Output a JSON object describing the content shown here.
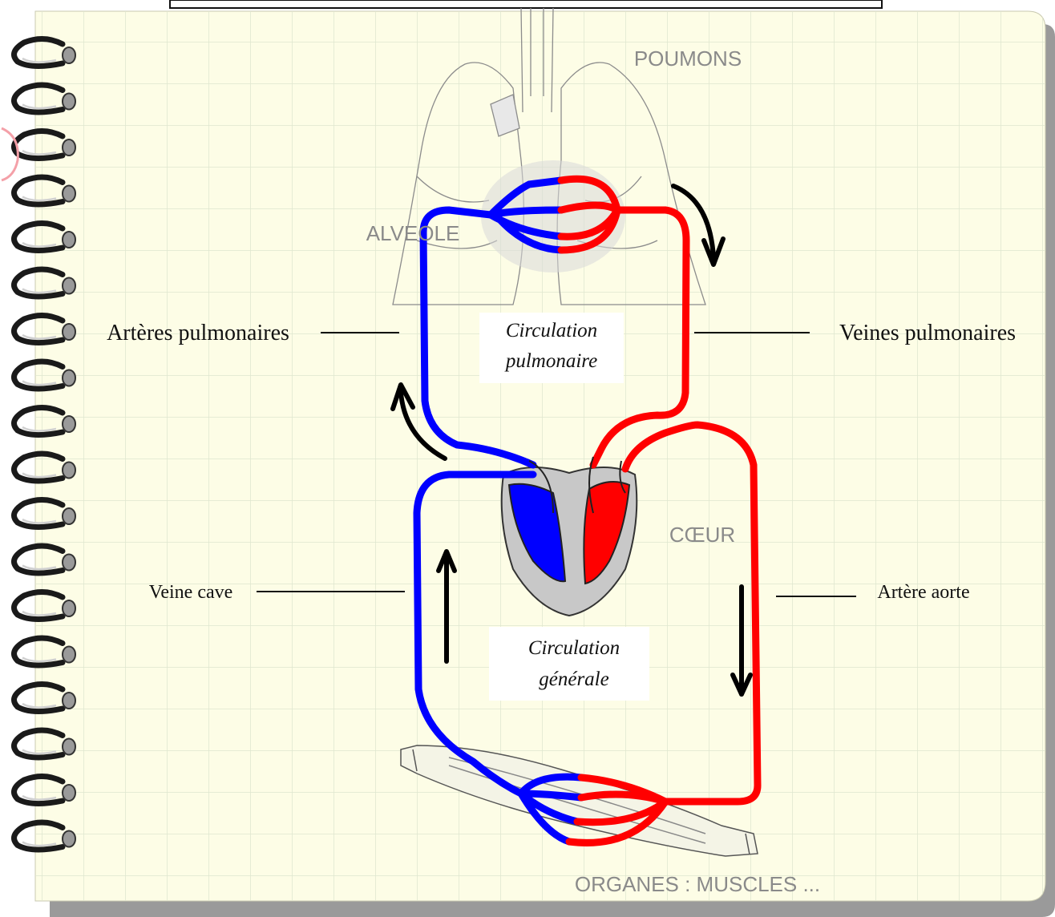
{
  "organs": {
    "lungs": "POUMONS",
    "alveole": "ALVEOLE",
    "heart": "CŒUR",
    "organs": "ORGANES : MUSCLES ..."
  },
  "vessels": {
    "pulmonary_arteries": "Artères pulmonaires",
    "pulmonary_veins": "Veines pulmonaires",
    "vena_cava": "Veine cave",
    "aorta": "Artère aorte"
  },
  "circulation": {
    "pulmonary_line1": "Circulation",
    "pulmonary_line2": "pulmonaire",
    "general_line1": "Circulation",
    "general_line2": "générale"
  },
  "colors": {
    "paper": "#fdfde6",
    "grid": "#dfe8d0",
    "deoxygenated": "#0000ff",
    "oxygenated": "#ff0000",
    "heart_wall": "#c8c8c8",
    "label_gray": "#8a8a8a"
  }
}
